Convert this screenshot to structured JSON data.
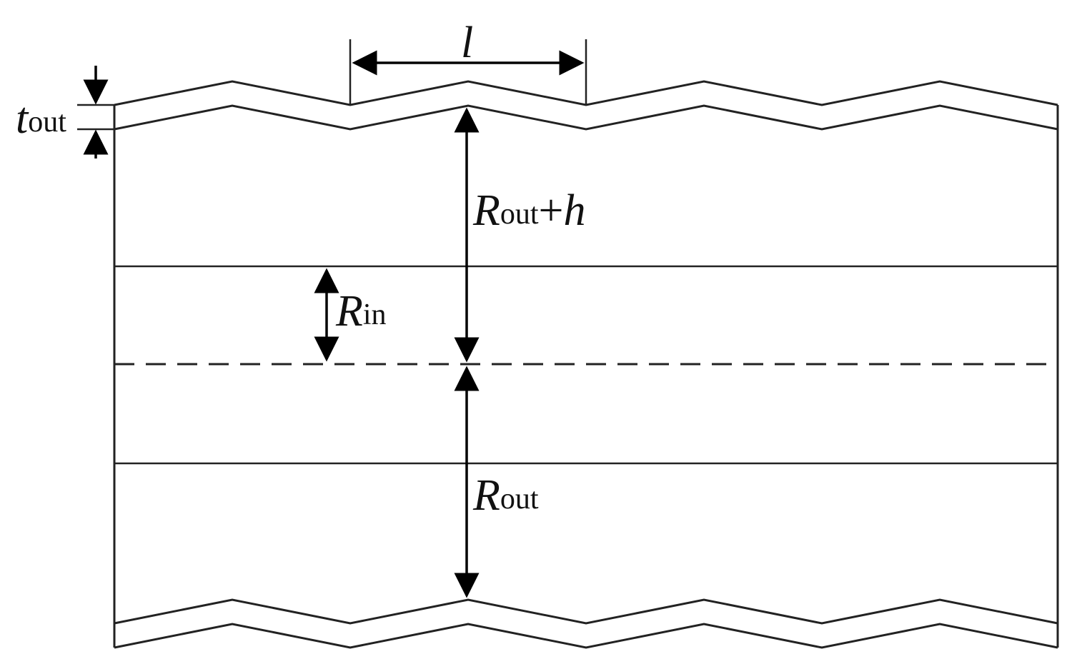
{
  "labels": {
    "length": "l",
    "thickness": {
      "symbol": "t",
      "sub": "out"
    },
    "outer_plus_h": {
      "symbol": "R",
      "sub": "out",
      "suffix": "+",
      "tail": "h"
    },
    "inner_radius": {
      "symbol": "R",
      "sub": "in"
    },
    "outer_radius": {
      "symbol": "R",
      "sub": "out"
    }
  },
  "colors": {
    "stroke": "#222222",
    "arrow": "#000000",
    "background": "#ffffff"
  }
}
